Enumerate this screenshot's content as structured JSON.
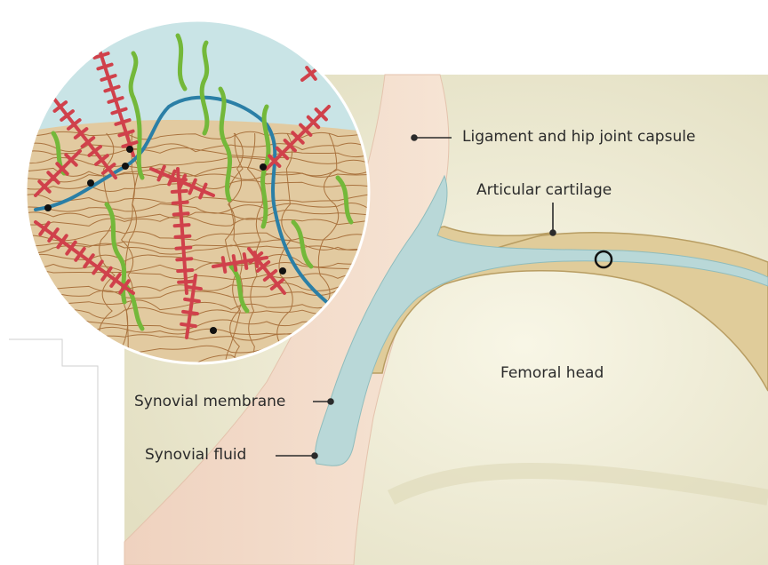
{
  "labels": {
    "ligament": "Ligament and hip joint capsule",
    "cartilage": "Articular cartilage",
    "femoral_head": "Femoral head",
    "synovial_membrane": "Synovial membrane",
    "synovial_fluid": "Synovial fluid"
  },
  "colors": {
    "background": "#ffffff",
    "bone": "#ebe8d0",
    "capsule": "#f2dcc8",
    "cartilage": "#e0cc9a",
    "synovial_fluid": "#b9d8d8",
    "inset_matrix": "#e2caa0",
    "inset_fluid": "#c4e0e2",
    "collagen_fibers": "#a0642e",
    "lubricin": "#d0414b",
    "hyaluronan": "#2b7fa6",
    "phospholipid": "#74b83a",
    "leader_lines": "#2b2b2b"
  }
}
